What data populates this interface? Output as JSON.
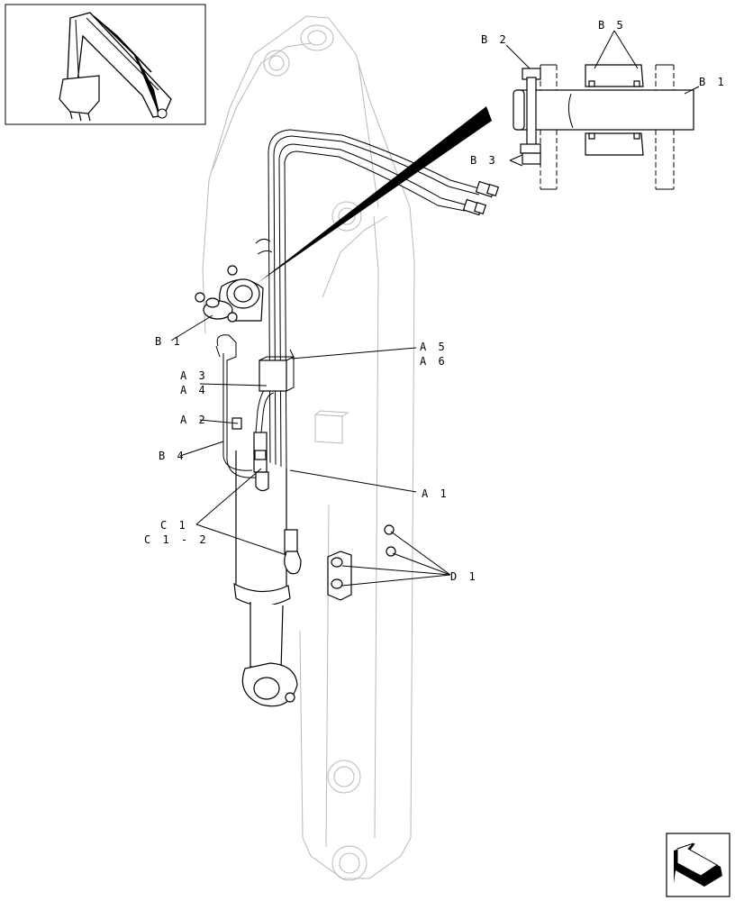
{
  "labels": {
    "b1_left": "B 1",
    "a5": "A 5",
    "a6": "A 6",
    "a3": "A 3",
    "a4": "A 4",
    "a2": "A 2",
    "b4": "B 4",
    "a1": "A 1",
    "c1": "C 1",
    "c1_2": "C 1 - 2",
    "d1": "D 1",
    "b2": "B 2",
    "b5": "B 5",
    "b1_detail": "B 1",
    "b3": "B 3"
  },
  "icons": {
    "overview": "excavator-overview-thumbnail-icon",
    "navigation": "next-page-arrow-icon"
  }
}
